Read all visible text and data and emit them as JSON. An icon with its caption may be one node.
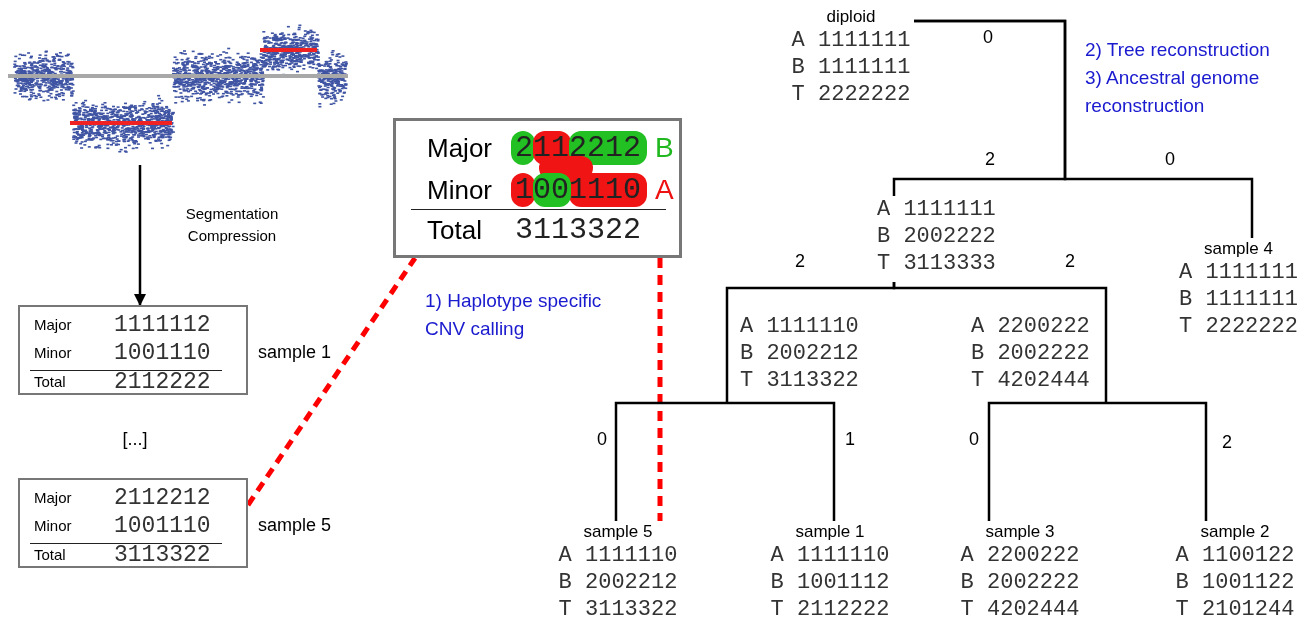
{
  "diagram": {
    "nodes": [
      {
        "text": [],
        "shape": "picture"
      },
      {
        "text": [
          "Major",
          "2112212",
          "B",
          "Minor",
          "1001110",
          "A",
          "Total",
          "3113322"
        ]
      },
      {
        "text": [
          "Major",
          "1111112",
          "Minor",
          "1001110",
          "Total",
          "2112222"
        ],
        "beside": [
          "sample 1"
        ]
      },
      {
        "text": [
          "Major",
          "2112212",
          "Minor",
          "1001110",
          "Total",
          "3113322"
        ],
        "beside": [
          "sample 5"
        ]
      },
      {
        "text": [
          "diploid",
          "A 1111111",
          "B 1111111",
          "T 2222222"
        ]
      },
      {
        "text": [
          "A 1111111",
          "B 2002222",
          "T 3113333"
        ]
      },
      {
        "text": [
          "sample 4",
          "A 1111111",
          "B 1111111",
          "T 2222222"
        ]
      },
      {
        "text": [
          "A 1111110",
          "B 2002212",
          "T 3113322"
        ]
      },
      {
        "text": [
          "A 2200222",
          "B 2002222",
          "T 4202444"
        ]
      },
      {
        "text": [
          "sample 5",
          "A 1111110",
          "B 2002212",
          "T 3113322"
        ]
      },
      {
        "text": [
          "sample 1",
          "A 1111110",
          "B 1001112",
          "T 2112222"
        ]
      },
      {
        "text": [
          "sample 3",
          "A 2200222",
          "B 2002222",
          "T 4202444"
        ]
      },
      {
        "text": [
          "sample 2",
          "A 1100122",
          "B 1001122",
          "T 2101244"
        ]
      }
    ],
    "edges": [
      {
        "from": 0,
        "to": 2,
        "arrow": "to",
        "label": "Segmentation Compression"
      },
      {
        "from": 3,
        "to": 1,
        "arrow": "none",
        "style": "dashed",
        "color": "#ff0000"
      },
      {
        "from": 1,
        "to": 9,
        "arrow": "none",
        "style": "dashed",
        "color": "#ff0000"
      },
      {
        "from": 4,
        "to": 5,
        "arrow": "none",
        "label": "2"
      },
      {
        "from": 4,
        "to": 6,
        "arrow": "none",
        "label": "0"
      },
      {
        "from": 5,
        "to": 7,
        "arrow": "none",
        "label": "2"
      },
      {
        "from": 5,
        "to": 8,
        "arrow": "none",
        "label": "2"
      },
      {
        "from": 7,
        "to": 9,
        "arrow": "none",
        "label": "0"
      },
      {
        "from": 7,
        "to": 10,
        "arrow": "none",
        "label": "1"
      },
      {
        "from": 8,
        "to": 11,
        "arrow": "none",
        "label": "0"
      },
      {
        "from": 8,
        "to": 12,
        "arrow": "none",
        "label": "2"
      }
    ],
    "labels": [
      "0",
      "2) Tree reconstruction",
      "3) Ancestral genome reconstruction",
      "1) Haplotype specific CNV calling",
      "[...]"
    ]
  }
}
